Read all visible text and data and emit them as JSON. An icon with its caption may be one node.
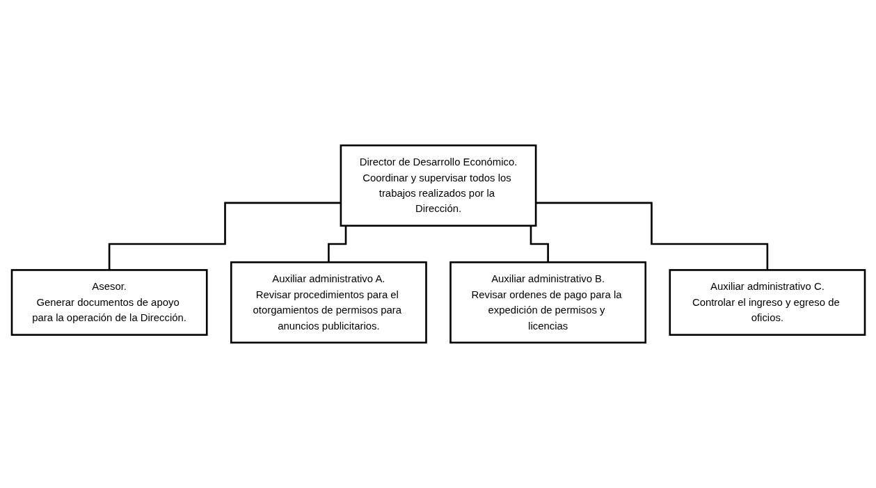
{
  "diagram": {
    "nodes": [
      {
        "text": [
          "Director de Desarrollo Económico.",
          "Coordinar y supervisar todos los trabajos realizados por la Dirección."
        ]
      },
      {
        "text": [
          "Asesor.",
          "Generar documentos de apoyo para la operación de la Dirección."
        ]
      },
      {
        "text": [
          "Auxiliar administrativo A.",
          "Revisar procedimientos para el otorgamientos de permisos para anuncios publicitarios."
        ]
      },
      {
        "text": [
          "Auxiliar administrativo B.",
          "Revisar ordenes de pago para la expedición de permisos y licencias"
        ]
      },
      {
        "text": [
          "Auxiliar administrativo C.",
          "Controlar el ingreso y egreso de oficios."
        ]
      }
    ],
    "edges": [
      {
        "from": 0,
        "to": 1,
        "arrow": "none"
      },
      {
        "from": 0,
        "to": 2,
        "arrow": "none"
      },
      {
        "from": 0,
        "to": 3,
        "arrow": "none"
      },
      {
        "from": 0,
        "to": 4,
        "arrow": "none"
      }
    ]
  }
}
